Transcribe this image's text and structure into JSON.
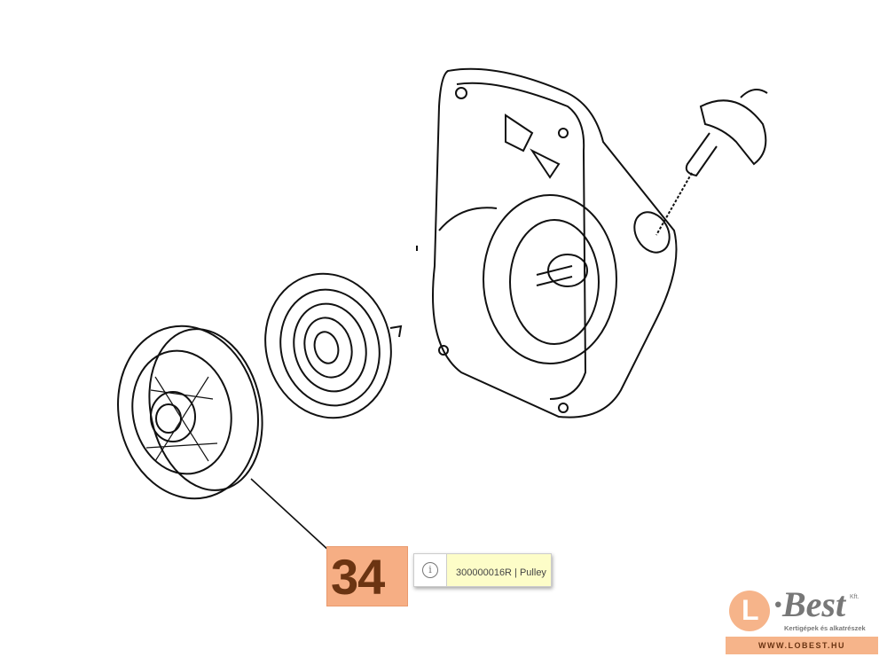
{
  "diagram": {
    "callout_number": "34",
    "tooltip": {
      "icon": "info-icon",
      "text": "300000016R | Pulley"
    }
  },
  "logo": {
    "mark": "L",
    "name": "·Best",
    "suffix": "Kft.",
    "tagline": "Kertigépek és alkatrészek",
    "url": "WWW.LOBEST.HU",
    "accent": "#f6b48a"
  }
}
